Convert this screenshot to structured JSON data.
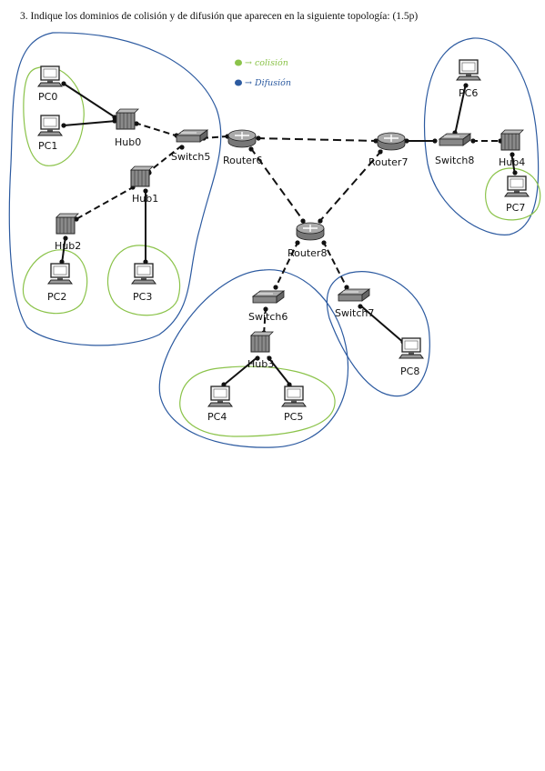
{
  "question": "3.   Indique los dominios de colisión y de difusión que aparecen en la siguiente topología: (1.5p)",
  "legend": {
    "collision": {
      "label": "→ colisión",
      "color": "#8BC34A"
    },
    "broadcast": {
      "label": "→ Difusión",
      "color": "#2C5AA0"
    }
  },
  "devices": {
    "pc0": "PC0",
    "pc1": "PC1",
    "pc2": "PC2",
    "pc3": "PC3",
    "pc4": "PC4",
    "pc5": "PC5",
    "pc6": "PC6",
    "pc7": "PC7",
    "pc8": "PC8",
    "hub0": "Hub0",
    "hub1": "Hub1",
    "hub2": "Hub2",
    "hub3": "Hub3",
    "hub4": "Hub4",
    "switch5": "Switch5",
    "switch6": "Switch6",
    "switch7": "Switch7",
    "switch8": "Switch8",
    "router6": "Router6",
    "router7": "Router7",
    "router8": "Router8"
  },
  "colors": {
    "collision": "#8BC34A",
    "broadcast": "#2C5AA0",
    "ink": "#111111"
  }
}
